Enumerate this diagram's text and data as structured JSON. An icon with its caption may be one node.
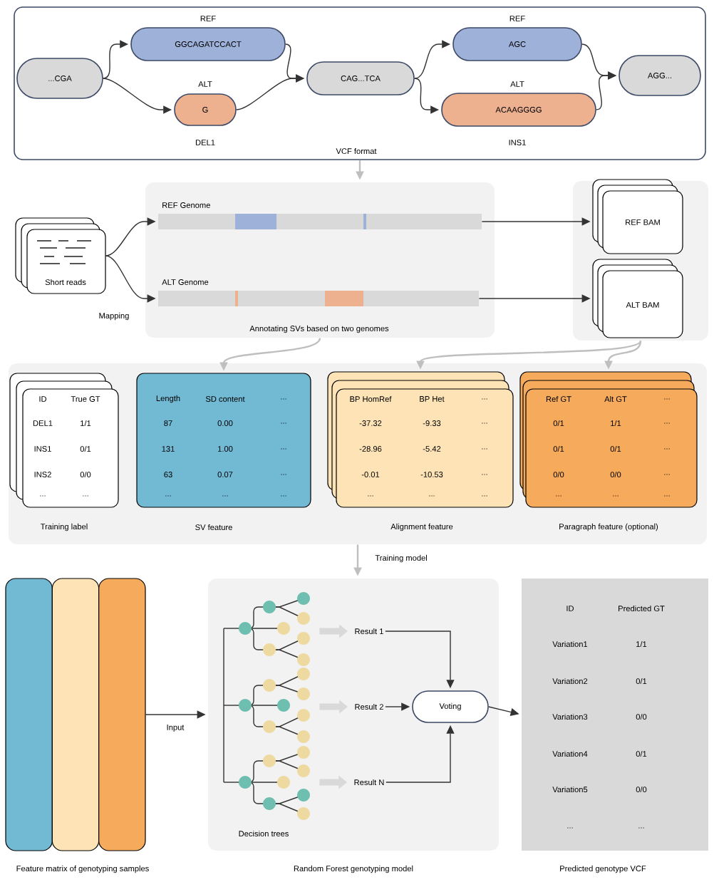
{
  "diagram": {
    "nodes": [
      {
        "text": [
          "VCF format"
        ]
      },
      {
        "text": [
          "...CGA"
        ],
        "in": 0
      },
      {
        "text": [
          "GGCAGATCCACT"
        ],
        "in": 0,
        "beside": [
          "REF"
        ]
      },
      {
        "text": [
          "G"
        ],
        "in": 0,
        "beside": [
          "ALT",
          "DEL1"
        ]
      },
      {
        "text": [
          "CAG...TCA"
        ],
        "in": 0
      },
      {
        "text": [
          "AGC"
        ],
        "in": 0,
        "beside": [
          "REF"
        ]
      },
      {
        "text": [
          "ACAAGGGG"
        ],
        "in": 0,
        "beside": [
          "ALT",
          "INS1"
        ]
      },
      {
        "text": [
          "AGG..."
        ],
        "in": 0
      },
      {
        "text": [
          "Annotating SVs based on two genomes"
        ]
      },
      {
        "text": [
          "Short reads"
        ],
        "beside": [
          "Mapping"
        ]
      },
      {
        "text": [
          "REF Genome"
        ],
        "in": 8
      },
      {
        "text": [
          "ALT Genome"
        ],
        "in": 8
      },
      {
        "text": [],
        "shape": "box"
      },
      {
        "text": [
          "REF BAM"
        ],
        "in": 12
      },
      {
        "text": [
          "ALT BAM"
        ],
        "in": 12
      },
      {
        "text": [],
        "shape": "box"
      },
      {
        "text": [
          "ID",
          "True GT",
          "DEL1",
          "1/1",
          "INS1",
          "0/1",
          "INS2",
          "0/0",
          "...",
          "..."
        ],
        "in": 15,
        "beside": [
          "Training label"
        ]
      },
      {
        "text": [
          "Length",
          "SD content",
          "...",
          "87",
          "0.00",
          "...",
          "131",
          "1.00",
          "...",
          "63",
          "0.07",
          "...",
          "...",
          "...",
          "..."
        ],
        "in": 15,
        "beside": [
          "SV feature"
        ]
      },
      {
        "text": [
          "BP HomRef",
          "BP Het",
          "...",
          "-37.32",
          "-9.33",
          "...",
          "-28.96",
          "-5.42",
          "...",
          "-0.01",
          "-10.53",
          "...",
          "...",
          "...",
          "..."
        ],
        "in": 15,
        "beside": [
          "Alignment feature"
        ]
      },
      {
        "text": [
          "Ref GT",
          "Alt GT",
          "...",
          "0/1",
          "1/1",
          "...",
          "0/1",
          "0/1",
          "...",
          "0/0",
          "0/0",
          "...",
          "...",
          "...",
          "..."
        ],
        "in": 15,
        "beside": [
          "Paragraph feature (optional)"
        ]
      },
      {
        "text": [],
        "shape": "box",
        "beside": [
          "Feature matrix of genotyping samples"
        ]
      },
      {
        "text": [
          "Random Forest genotyping model"
        ]
      },
      {
        "text": [
          "Decision trees"
        ],
        "in": 21
      },
      {
        "text": [
          "Result 1"
        ],
        "in": 21
      },
      {
        "text": [
          "Result 2"
        ],
        "in": 21
      },
      {
        "text": [
          "Result N"
        ],
        "in": 21
      },
      {
        "text": [
          "Voting"
        ],
        "in": 21
      },
      {
        "text": [
          "ID",
          "Predicted GT",
          "Variation1",
          "1/1",
          "Variation2",
          "0/1",
          "Variation3",
          "0/0",
          "Variation4",
          "0/1",
          "Variation5",
          "0/0",
          "...",
          "..."
        ],
        "beside": [
          "Predicted genotype VCF"
        ]
      }
    ],
    "edges": [
      {
        "from": 1,
        "to": 2,
        "arrow": "to"
      },
      {
        "from": 1,
        "to": 3,
        "arrow": "to"
      },
      {
        "from": 2,
        "to": 4,
        "arrow": "to"
      },
      {
        "from": 3,
        "to": 4,
        "arrow": "to"
      },
      {
        "from": 4,
        "to": 5,
        "arrow": "to"
      },
      {
        "from": 4,
        "to": 6,
        "arrow": "to"
      },
      {
        "from": 5,
        "to": 7,
        "arrow": "to"
      },
      {
        "from": 6,
        "to": 7,
        "arrow": "to"
      },
      {
        "from": 0,
        "to": 8,
        "arrow": "to",
        "color": "#bfbfbf"
      },
      {
        "from": 9,
        "to": 10,
        "arrow": "to"
      },
      {
        "from": 9,
        "to": 11,
        "arrow": "to"
      },
      {
        "from": 10,
        "to": 13,
        "arrow": "to"
      },
      {
        "from": 11,
        "to": 14,
        "arrow": "to"
      },
      {
        "from": 8,
        "to": 17,
        "arrow": "to",
        "color": "#bfbfbf"
      },
      {
        "from": 12,
        "to": 18,
        "arrow": "to",
        "color": "#bfbfbf"
      },
      {
        "from": 12,
        "to": 19,
        "arrow": "to",
        "color": "#bfbfbf"
      },
      {
        "from": 15,
        "to": 21,
        "arrow": "to",
        "label": "Training model",
        "color": "#bfbfbf"
      },
      {
        "from": 22,
        "to": 23,
        "arrow": "to",
        "style": "thick",
        "color": "#d9d9d9"
      },
      {
        "from": 22,
        "to": 24,
        "arrow": "to",
        "style": "thick",
        "color": "#d9d9d9"
      },
      {
        "from": 22,
        "to": 25,
        "arrow": "to",
        "style": "thick",
        "color": "#d9d9d9"
      },
      {
        "from": 23,
        "to": 26,
        "arrow": "to"
      },
      {
        "from": 24,
        "to": 26,
        "arrow": "to"
      },
      {
        "from": 25,
        "to": 26,
        "arrow": "to"
      },
      {
        "from": 20,
        "to": 21,
        "arrow": "to",
        "label": "Input"
      },
      {
        "from": 26,
        "to": 27,
        "arrow": "to"
      }
    ]
  }
}
